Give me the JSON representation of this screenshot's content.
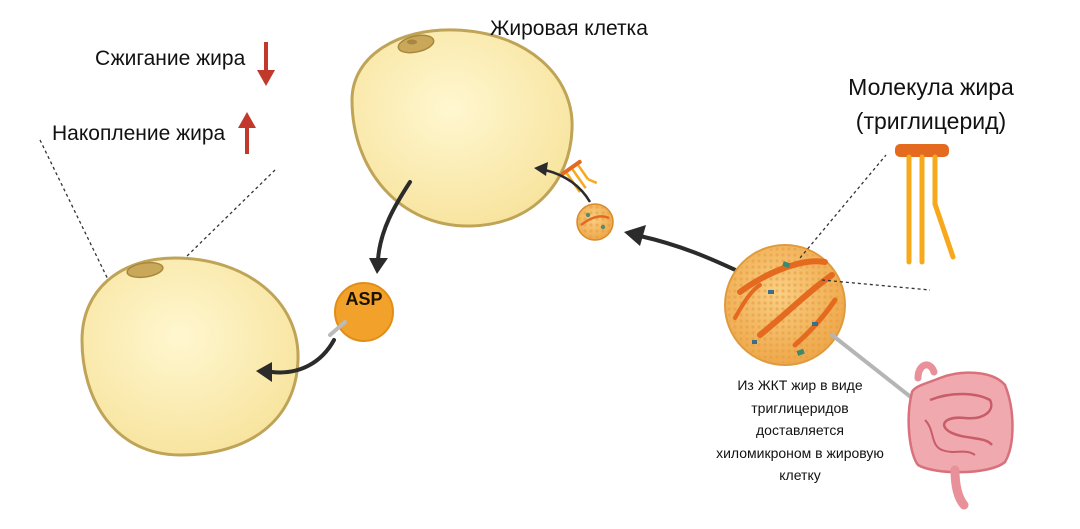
{
  "labels": {
    "fat_cell": "Жировая клетка",
    "fat_burning": "Сжигание жира",
    "fat_storage": "Накопление жира",
    "fat_molecule_line1": "Молекула жира",
    "fat_molecule_line2": "(триглицерид)",
    "asp": "ASP",
    "chylomicron_note": "Из ЖКТ жир в виде триглицеридов доставляется хиломикроном в жировую клетку"
  },
  "colors": {
    "cell_fill": "#fbefb6",
    "cell_outline": "#bfa458",
    "nucleus": "#c9a85a",
    "arrow": "#2b2b2b",
    "burn_arrow_down": "#c0392b",
    "store_arrow_up": "#c0392b",
    "asp_fill": "#f2a12a",
    "chylomicron": "#f3b760",
    "triglyceride_head": "#e36a1f",
    "triglyceride_tail": "#f7a81b",
    "intestine": "#e8919a"
  }
}
